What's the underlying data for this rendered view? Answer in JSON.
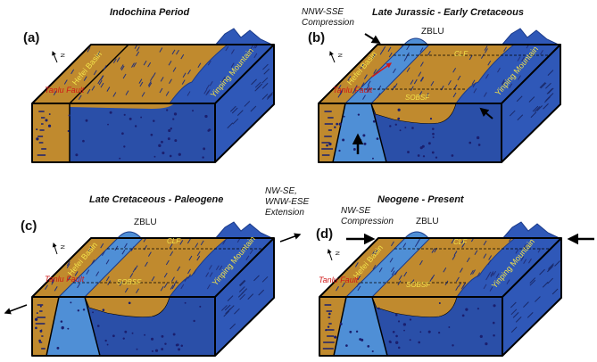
{
  "colors": {
    "basin": "#c08a2e",
    "basement": "#2a4fa8",
    "zblu": "#4f8fd6",
    "mountain": "#2f58b8",
    "label_yellow": "#f2e24a",
    "fault_red": "#d01818"
  },
  "panels": [
    {
      "id": "a",
      "label": "(a)",
      "title": "Indochina Period",
      "north": "N",
      "basin": "Hefei Basin",
      "mountain": "Yinping Mountain",
      "fault": "Tanlu Fault"
    },
    {
      "id": "b",
      "label": "(b)",
      "title": "Late Jurassic -  Early Cretaceous",
      "north": "N",
      "basin": "Hefei Basin",
      "mountain": "Yinping Mountain",
      "fault": "Tanlu Fault",
      "zblu": "ZBLU",
      "clf": "CLF",
      "sobsf": "SOBSF",
      "stress": [
        "NNW-SSE",
        "Compression"
      ]
    },
    {
      "id": "c",
      "label": "(c)",
      "title": "Late Cretaceous - Paleogene",
      "north": "N",
      "basin": "Hefei Basin",
      "mountain": "Yinping Mountain",
      "fault": "Tanlu Fault",
      "zblu": "ZBLU",
      "clf": "CLF",
      "sobsf": "SOBSF",
      "stress": [
        "NW-SE,",
        "WNW-ESE",
        "Extension"
      ]
    },
    {
      "id": "d",
      "label": "(d)",
      "title": "Neogene - Present",
      "north": "N",
      "basin": "Hefei Basin",
      "mountain": "Yinping Mountain",
      "fault": "Tanlu Fault",
      "zblu": "ZBLU",
      "clf": "CLF",
      "sobsf": "SOBSF",
      "stress": [
        "NW-SE",
        "Compression"
      ]
    }
  ]
}
